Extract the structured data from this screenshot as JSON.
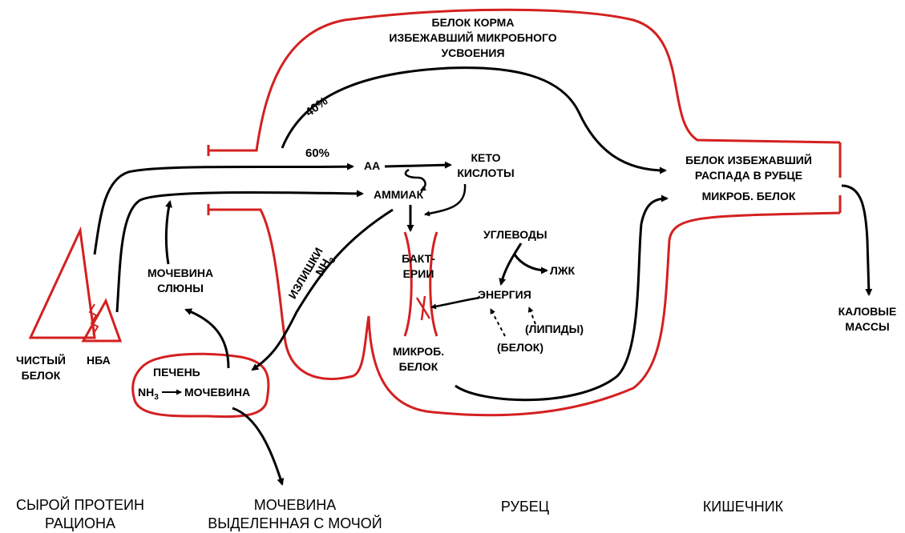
{
  "colors": {
    "rumen_outline": "#d42020",
    "arrows": "#000000",
    "background": "#ffffff"
  },
  "labels": {
    "bypass_title": [
      "БЕЛОК КОРМА",
      "ИЗБЕЖАВШИЙ МИКРОБНОГО",
      "УСВОЕНИЯ"
    ],
    "pct_40": "40%",
    "pct_60": "60%",
    "aa": "АА",
    "keto": [
      "КЕТО",
      "КИСЛОТЫ"
    ],
    "ammonia": "АММИАК",
    "escaped_protein": [
      "БЕЛОК ИЗБЕЖАВШИЙ",
      "РАСПАДА В РУБЦЕ"
    ],
    "microbial_protein_intestine": "МИКРОБ. БЕЛОК",
    "fecal": [
      "КАЛОВЫЕ",
      "МАССЫ"
    ],
    "carbs": "УГЛЕВОДЫ",
    "vfa": "ЛЖК",
    "energy": "ЭНЕРГИЯ",
    "lipids": "(ЛИПИДЫ)",
    "protein_paren": "(БЕЛОК)",
    "bacteria": [
      "БАКТ-",
      "ЕРИИ"
    ],
    "microbial_protein_rumen": [
      "МИКРОБ.",
      "БЕЛОК"
    ],
    "excess": "ИЗЛИШКИ",
    "nh3_main": "NH",
    "nh3_sub": "3",
    "saliva_urea": [
      "МОЧЕВИНА",
      "СЛЮНЫ"
    ],
    "liver": "ПЕЧЕНЬ",
    "liver_nh3": "NH",
    "liver_nh3_sub": "3",
    "liver_urea": "МОЧЕВИНА",
    "pure_protein": [
      "ЧИСТЫЙ",
      "БЕЛОК"
    ],
    "npn": "НБА"
  },
  "captions": {
    "crude_protein": [
      "СЫРОЙ ПРОТЕИН",
      "РАЦИОНА"
    ],
    "urine_urea": [
      "МОЧЕВИНА",
      "ВЫДЕЛЕННАЯ С МОЧОЙ"
    ],
    "rumen": "РУБЕЦ",
    "intestine": "КИШЕЧНИК"
  }
}
